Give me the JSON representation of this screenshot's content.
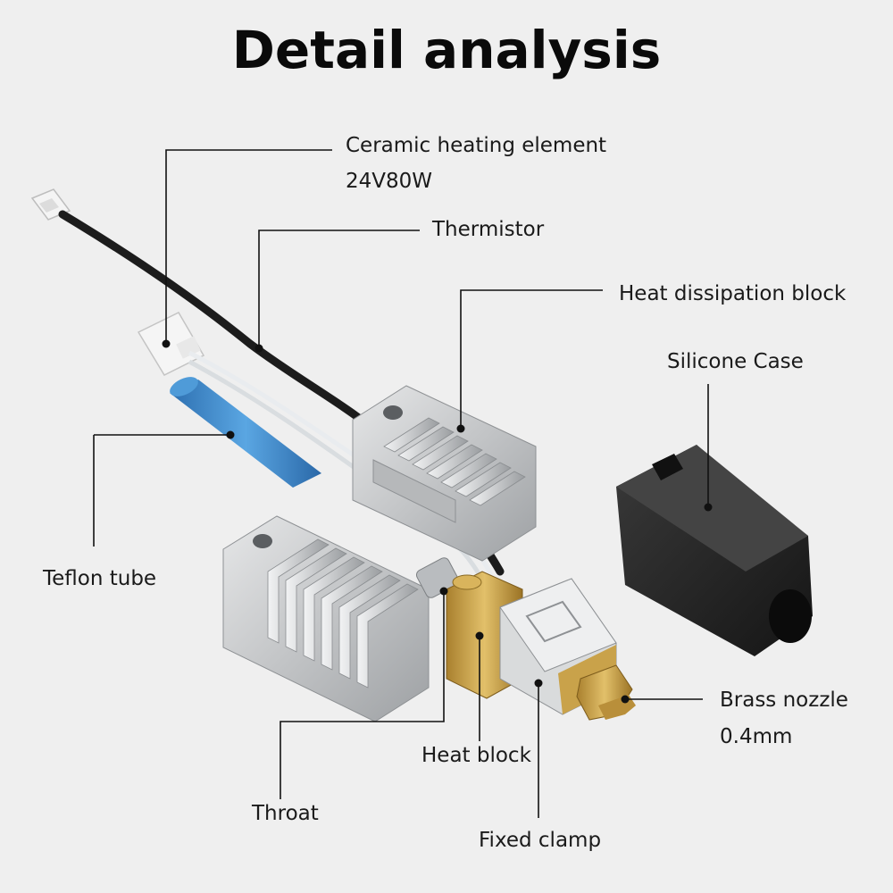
{
  "title": "Detail analysis",
  "labels": {
    "ceramic_heating_element": "Ceramic heating element",
    "ceramic_spec": "24V80W",
    "thermistor": "Thermistor",
    "heat_dissipation_block": "Heat dissipation block",
    "silicone_case": "Silicone Case",
    "teflon_tube": "Teflon tube",
    "brass_nozzle": "Brass nozzle",
    "nozzle_size": "0.4mm",
    "heat_block": "Heat block",
    "throat": "Throat",
    "fixed_clamp": "Fixed clamp"
  },
  "colors": {
    "background": "#efefef",
    "aluminum": "#c9cbcd",
    "brass": "#c9a24a",
    "teflon": "#3a86c8",
    "silicone": "#2a2a2a",
    "leader": "#111111"
  }
}
